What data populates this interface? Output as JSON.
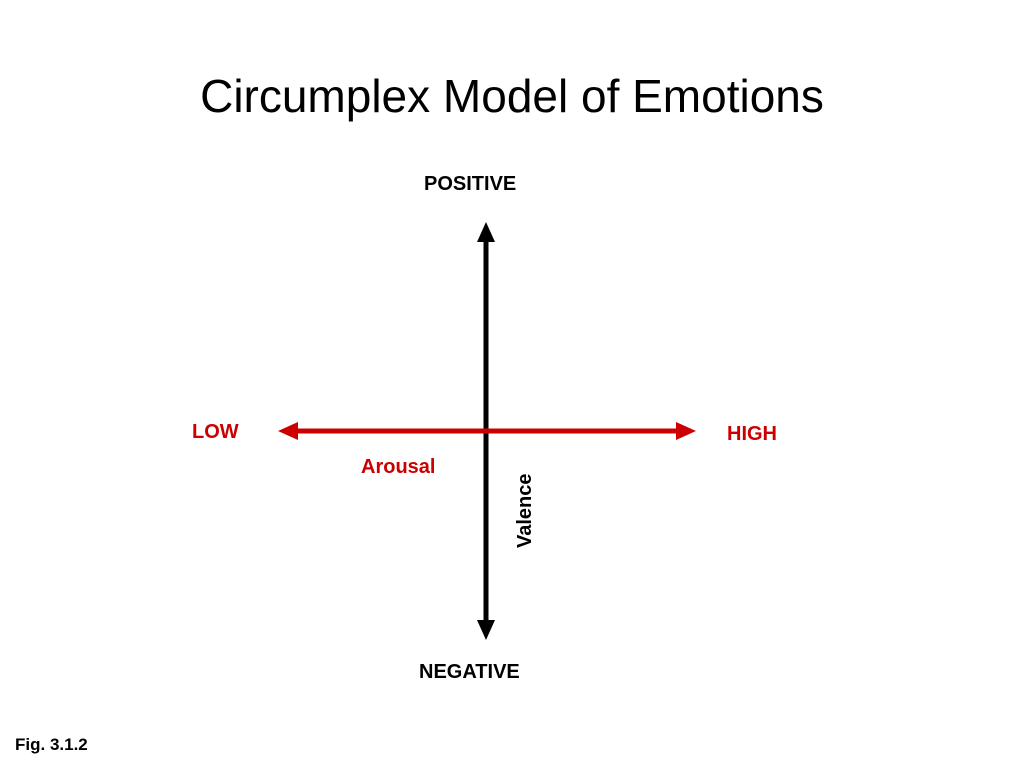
{
  "title": "Circumplex Model of Emotions",
  "valence_axis": {
    "name": "Valence",
    "top_label": "POSITIVE",
    "bottom_label": "NEGATIVE",
    "color": "#000000"
  },
  "arousal_axis": {
    "name": "Arousal",
    "left_label": "LOW",
    "right_label": "HIGH",
    "color": "#cc0000"
  },
  "figure_caption": "Fig. 3.1.2"
}
